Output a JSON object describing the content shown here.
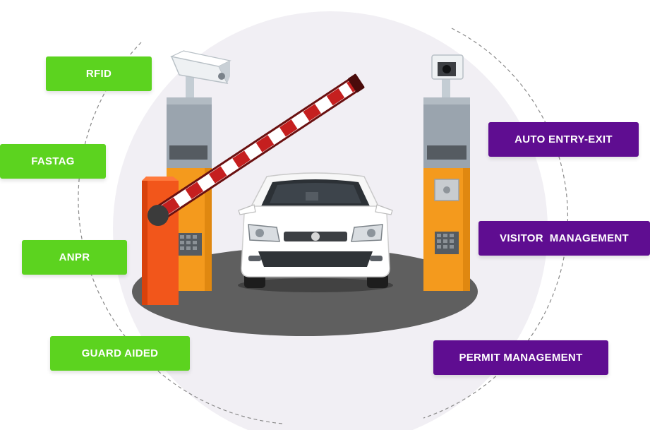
{
  "colors": {
    "left_tags": "#5cd31f",
    "right_tags": "#5f0d91",
    "background_circle": "#f1eff4",
    "road": "#5f5f5f",
    "booth_orange": "#f49a1d",
    "booth_grey": "#9aa4ae",
    "barrier_stripe_red": "#c51f1f",
    "barrier_post": "#f2561b"
  },
  "left_tags": [
    {
      "label": "RFID"
    },
    {
      "label": "FASTAG"
    },
    {
      "label": "ANPR"
    },
    {
      "label": "GUARD AIDED"
    }
  ],
  "right_tags": [
    {
      "label": "AUTO ENTRY-EXIT"
    },
    {
      "label": "VISITOR  MANAGEMENT"
    },
    {
      "label": "PERMIT MANAGEMENT"
    }
  ],
  "icons": [
    "cctv-camera-icon",
    "entry-camera-icon",
    "boom-barrier-icon",
    "car-icon"
  ]
}
